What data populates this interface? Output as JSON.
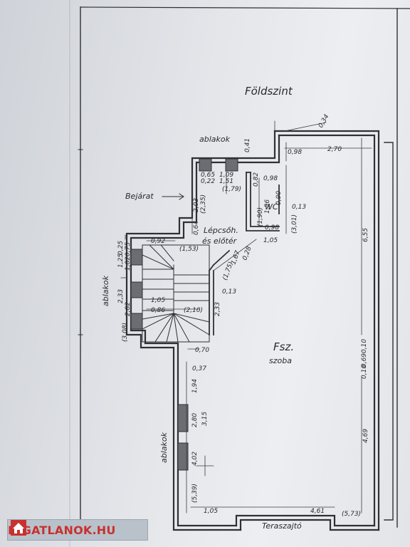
{
  "plan": {
    "title": "Földszint",
    "labels": {
      "windows_top": "ablakok",
      "windows_left": "ablakok",
      "windows_bottom": "ablakok",
      "entrance": "Bejárat",
      "stair_1": "Lépcsőh.",
      "stair_2": "és előtér",
      "wc": "WC",
      "room_1": "Fsz.",
      "room_2": "szoba",
      "terrace_door": "Teraszajtó"
    },
    "dimensions": {
      "d034": "0,34",
      "d041": "0,41",
      "d270": "2,70",
      "d098a": "0,98",
      "d098b": "0,98",
      "d098c": "0,98",
      "d065": "0,65",
      "d109": "1,09",
      "d022": "0,22",
      "d151": "1,51",
      "d082": "0,82",
      "d235": "(2,35)",
      "d179": "(1,79)",
      "d156": "1,56",
      "d190a": "(1,90)",
      "d090": "0,90",
      "d013a": "0,13",
      "d203": "2,03",
      "d064": "0,64",
      "d301": "(3,01)",
      "d655": "6,55",
      "d092": "0,92",
      "d153": "(1,53)",
      "d105a": "1,05",
      "d028": "0,28",
      "d167": "1,67",
      "d175": "(1,75)",
      "d025": "0,25",
      "d125": "1,25",
      "d075": "0,75",
      "d182": "1,82",
      "d233a": "2,33",
      "d282": "2,82",
      "d308": "(3,08)",
      "d105b": "1,05",
      "d086": "0,86",
      "d210": "(2,10)",
      "d013b": "0,13",
      "d233b": "2,33",
      "d070": "0,70",
      "d037": "0,37",
      "d194": "1,94",
      "d280": "2,80",
      "d315": "3,15",
      "d402": "4,02",
      "d539": "(5,39)",
      "d105c": "1,05",
      "d461": "4,61",
      "d573": "(5,73)",
      "d010a": "0,10",
      "d069": "0,69",
      "d010b": "0,10",
      "d469": "4,69"
    }
  },
  "watermark": {
    "text": "INGATLANOK.HU",
    "color": "#c8312f"
  }
}
